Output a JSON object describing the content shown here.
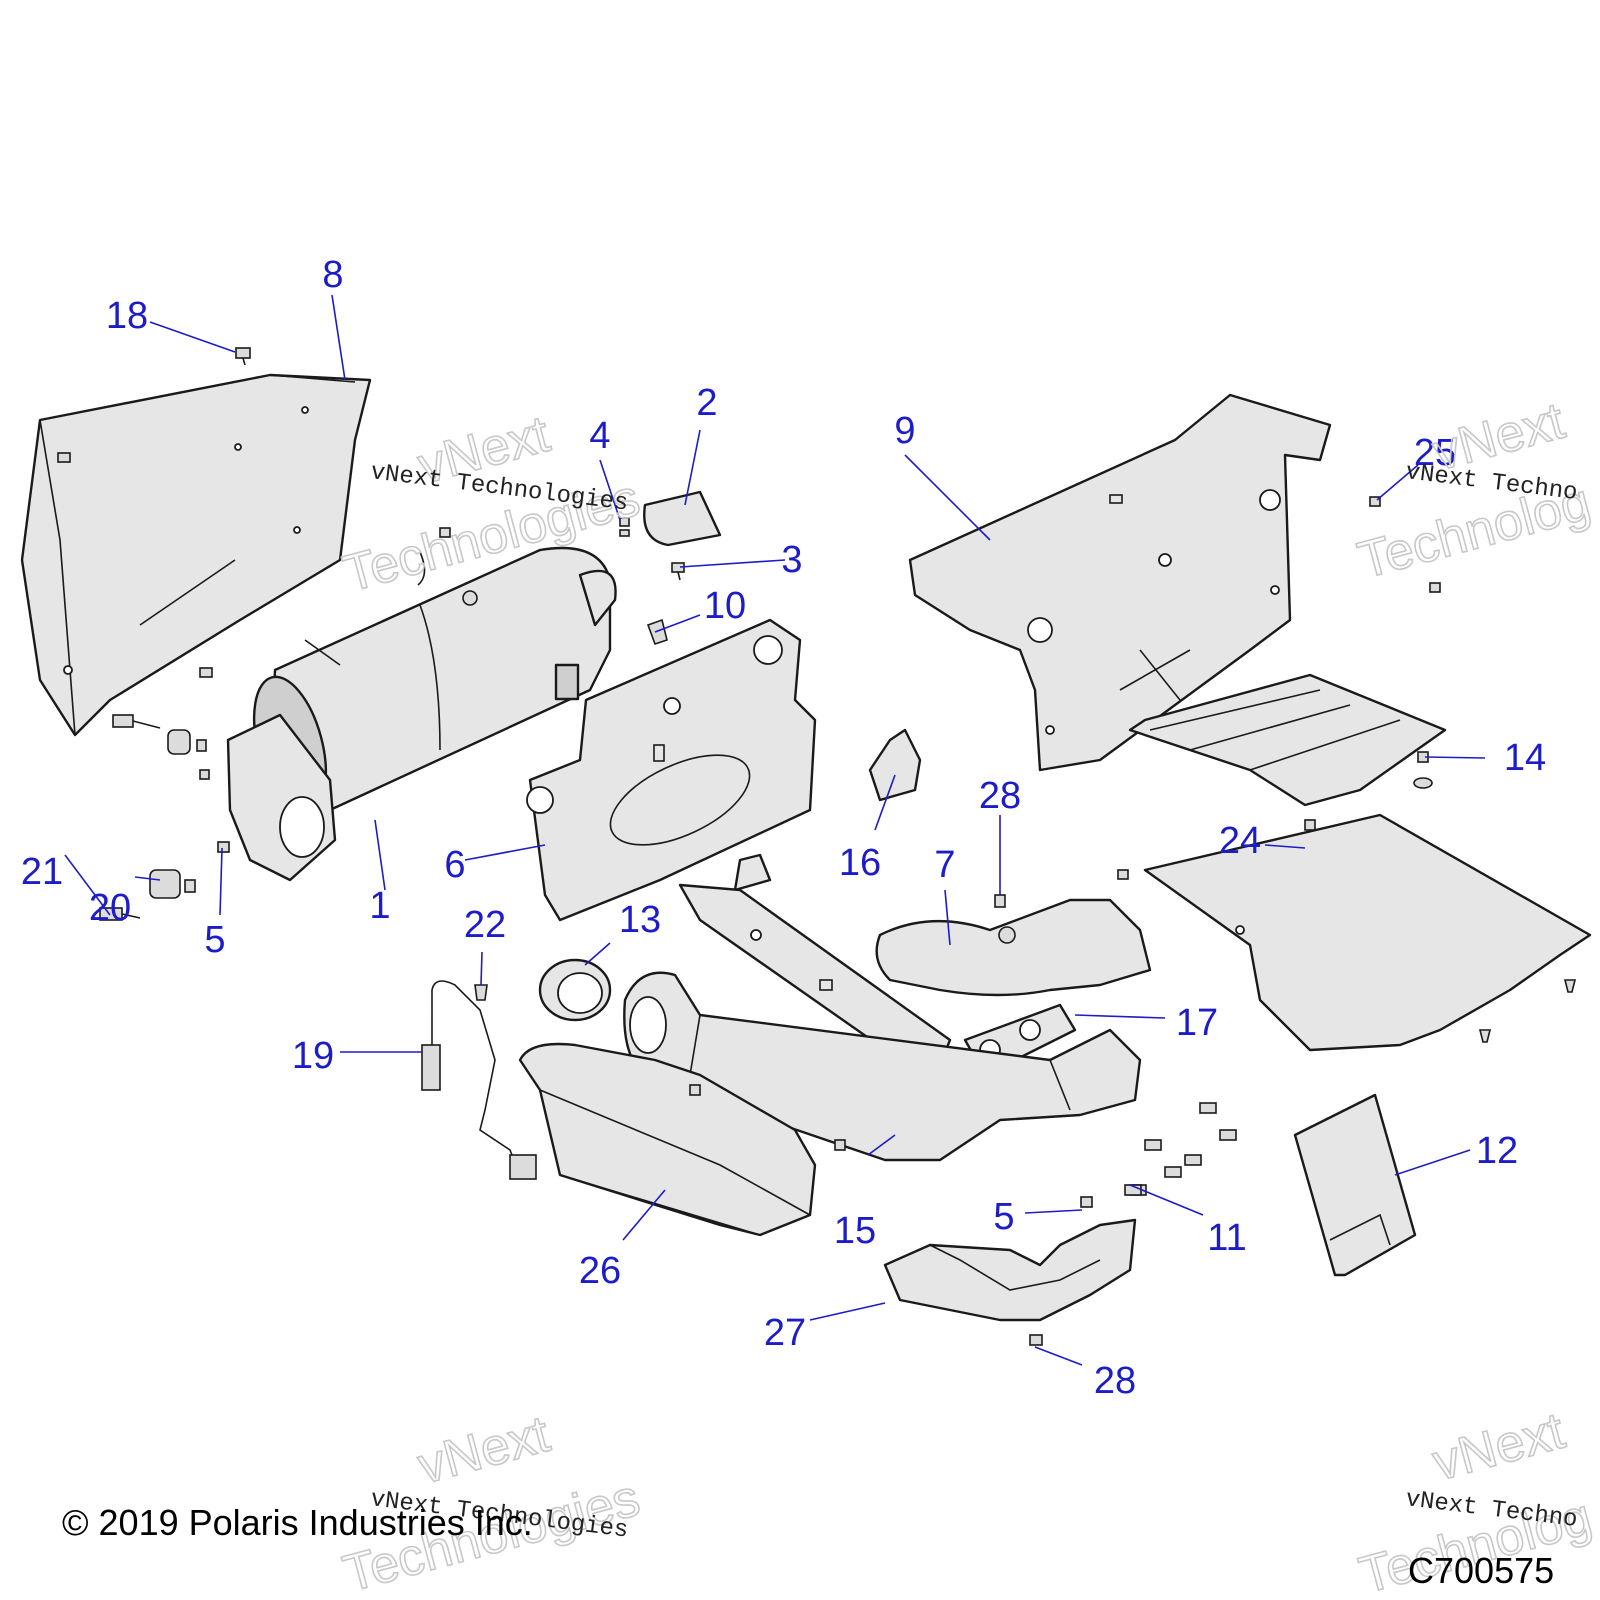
{
  "diagram": {
    "callouts": [
      "1",
      "2",
      "3",
      "4",
      "5",
      "5",
      "6",
      "7",
      "8",
      "9",
      "10",
      "11",
      "12",
      "13",
      "14",
      "15",
      "16",
      "17",
      "18",
      "19",
      "20",
      "21",
      "22",
      "24",
      "25",
      "26",
      "27",
      "28",
      "28"
    ],
    "watermark": {
      "brand": "vNext",
      "name": "Technologies",
      "line": "vNext Technologies",
      "line_cut": "vNext Techno",
      "brand_cut": "vNext",
      "name_cut": "Technolog"
    }
  },
  "footer": {
    "copyright": "© 2019 Polaris Industries Inc.",
    "code": "C700575"
  },
  "colors": {
    "callout": "#1c1cc8",
    "part_fill": "#e6e6e6",
    "outline": "#1a1a1a"
  }
}
